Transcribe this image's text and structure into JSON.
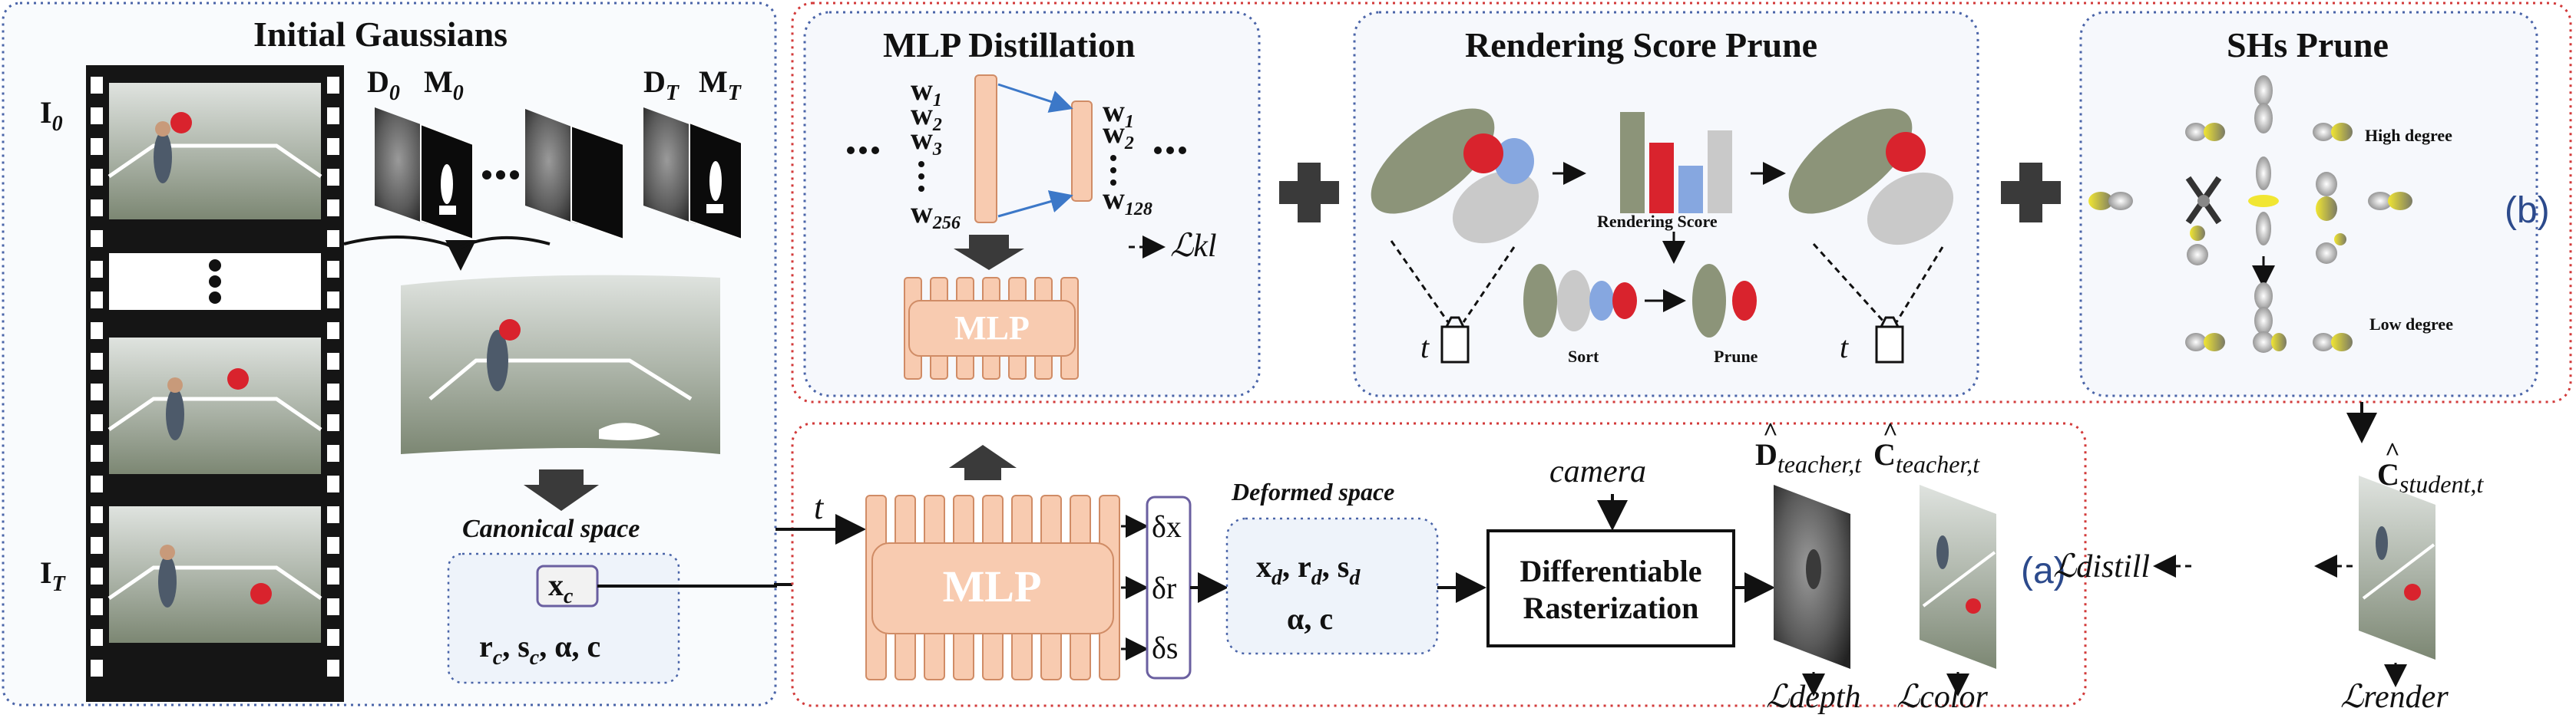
{
  "initial": {
    "title": "Initial Gaussians",
    "i0": "I",
    "i0_sub": "0",
    "iT": "I",
    "iT_sub": "T",
    "d0": "D",
    "d0_sub": "0",
    "m0": "M",
    "m0_sub": "0",
    "dT": "D",
    "dT_sub": "T",
    "mT": "M",
    "mT_sub": "T",
    "canonical": "Canonical space",
    "xc": "x",
    "xc_sub": "c",
    "params_line": "r",
    "params_c": "c",
    "params_s": ", s",
    "params_rest": ", α, c"
  },
  "distill": {
    "title": "MLP Distillation",
    "w1": "w",
    "w1_sub": "1",
    "w2": "w",
    "w2_sub": "2",
    "w3": "w",
    "w3_sub": "3",
    "w256": "w",
    "w256_sub": "256",
    "v1": "w",
    "v1_sub": "1",
    "v2": "w",
    "v2_sub": "2",
    "v128": "w",
    "v128_sub": "128",
    "mlp": "MLP",
    "kl": "ℒkl"
  },
  "rsp": {
    "title": "Rendering Score Prune",
    "score": "Rendering Score",
    "sort": "Sort",
    "prune": "Prune",
    "t1": "t",
    "t2": "t"
  },
  "shs": {
    "title": "SHs Prune",
    "high": "High degree",
    "low": "Low degree"
  },
  "tags": {
    "b": "(b)",
    "a": "(a)"
  },
  "deform": {
    "t": "t",
    "mlp": "MLP",
    "dx": "δx",
    "dr": "δr",
    "ds": "δs",
    "title": "Deformed space",
    "line1": "x",
    "line1_d": "d",
    "line1_r": ", r",
    "line1_s": ", s",
    "line2": "α, c",
    "camera": "camera",
    "raster1": "Differentiable",
    "raster2": "Rasterization",
    "d_teacher": "D",
    "d_teacher_sub": "teacher,t",
    "c_teacher": "C",
    "c_teacher_sub": "teacher,t",
    "c_student": "C",
    "c_student_sub": "student,t",
    "l_depth": "ℒdepth",
    "l_color": "ℒcolor",
    "l_distill": "ℒdistill",
    "l_render": "ℒrender"
  },
  "colors": {
    "blue_dotted": "#4a64a8",
    "red_dotted": "#d23a3a",
    "box_fill": "#eef3fa",
    "mlp_fill": "#f8cbb0",
    "mlp_stroke": "#d08c66",
    "green_gauss": "#8c9479",
    "grey_gauss": "#c9c9c9",
    "red_gauss": "#d9232d",
    "blue_gauss": "#86a7e0",
    "sh_yellow": "#f1e632",
    "tag_blue": "#2c4a8c"
  }
}
